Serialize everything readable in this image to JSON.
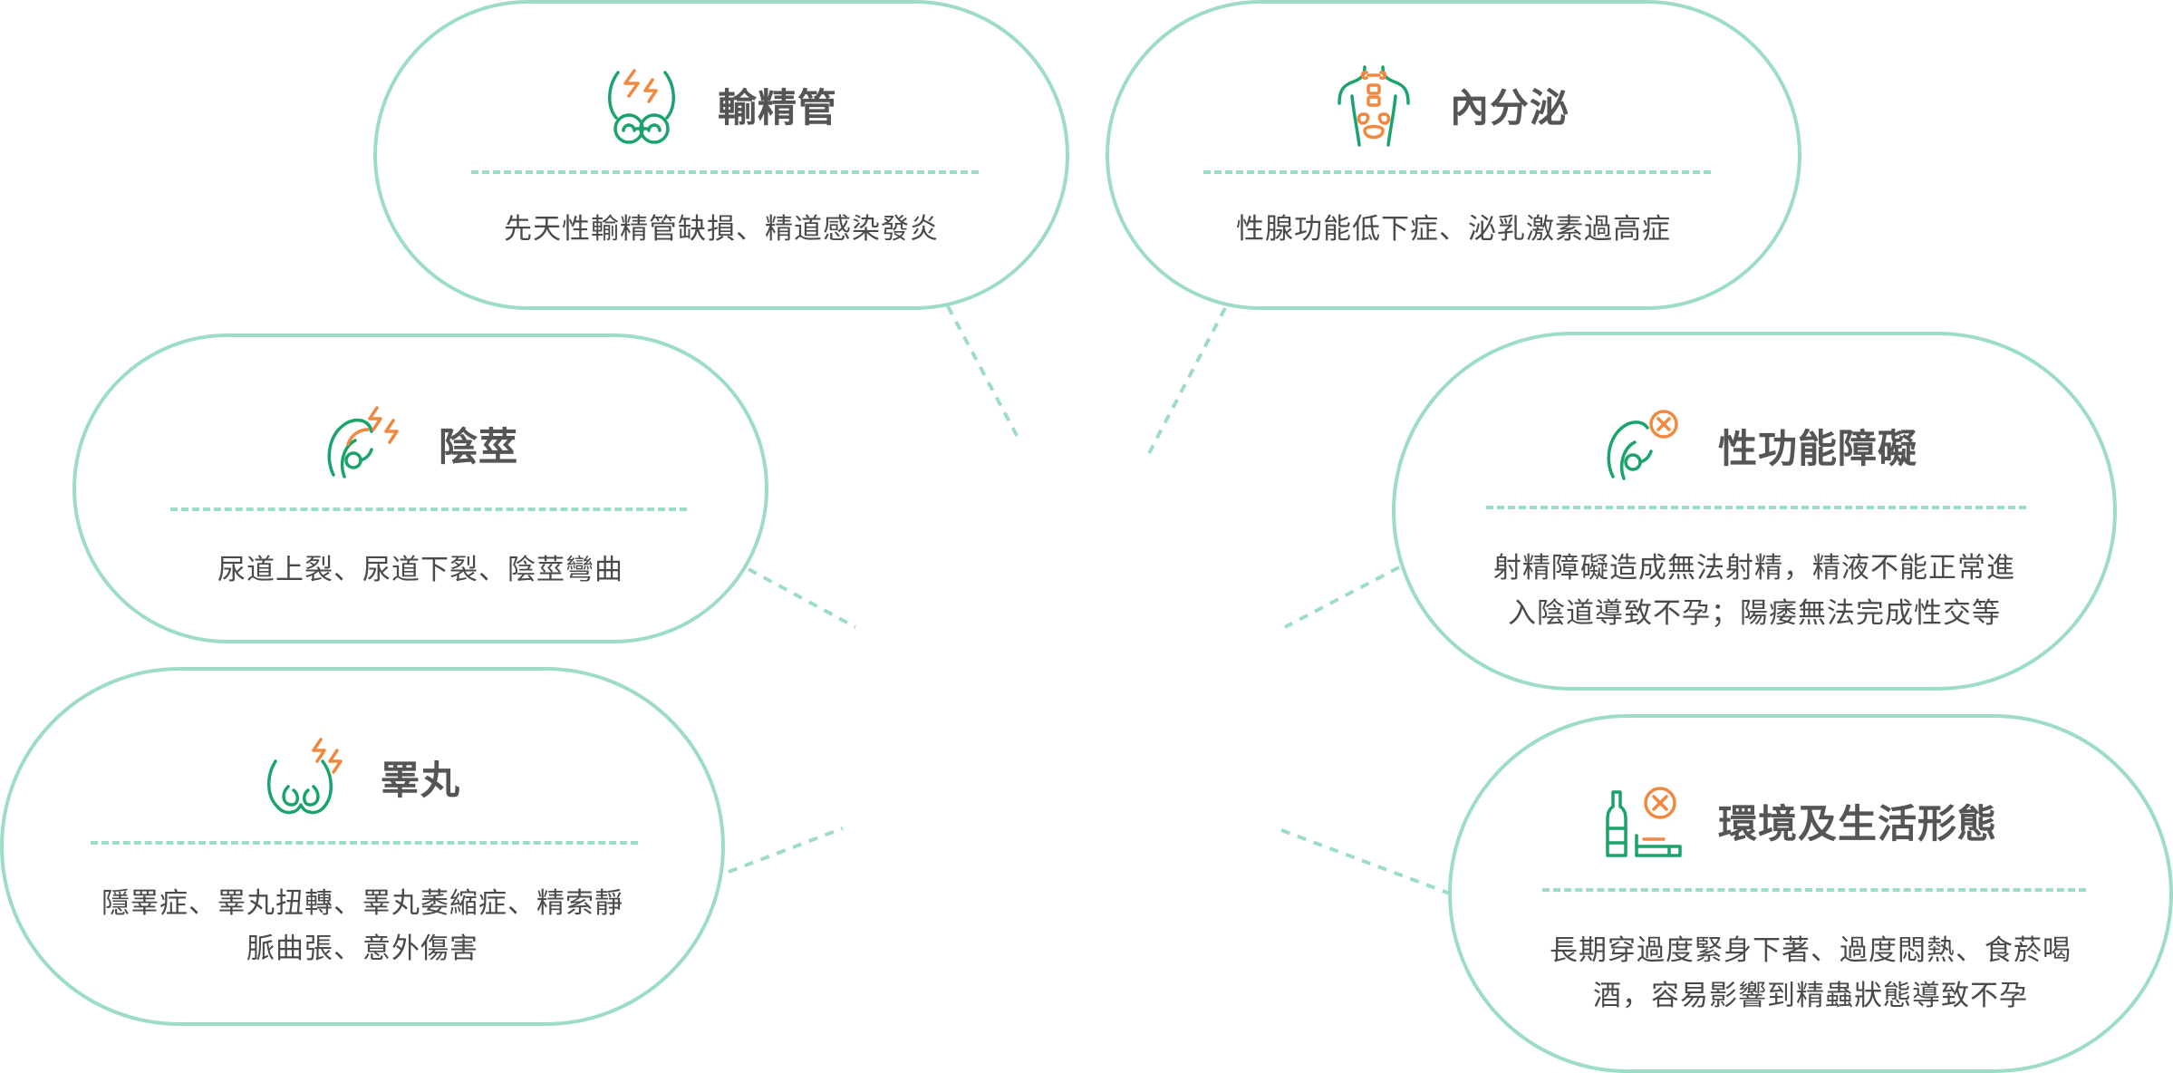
{
  "colors": {
    "border": "#9ddcca",
    "icon_green": "#1aa36b",
    "icon_orange": "#f0883e",
    "title_text": "#555555",
    "body_text": "#4a4a4a"
  },
  "bubbles": [
    {
      "id": "vas-deferens",
      "icon": "testes-pain-icon",
      "title": "輸精管",
      "lines": [
        "先天性輸精管缺損、精道感染發炎"
      ]
    },
    {
      "id": "endocrine",
      "icon": "endocrine-torso-icon",
      "title": "內分泌",
      "lines": [
        "性腺功能低下症、泌乳激素過高症"
      ]
    },
    {
      "id": "penis",
      "icon": "penis-pain-icon",
      "title": "陰莖",
      "lines": [
        "尿道上裂、尿道下裂、陰莖彎曲"
      ]
    },
    {
      "id": "sexual-dysfunction",
      "icon": "penis-x-icon",
      "title": "性功能障礙",
      "lines": [
        "射精障礙造成無法射精，精液不能正常進",
        "入陰道導致不孕；陽痿無法完成性交等"
      ]
    },
    {
      "id": "testicle",
      "icon": "testicle-pain-icon",
      "title": "睪丸",
      "lines": [
        "隱睪症、睪丸扭轉、睪丸萎縮症、精索靜",
        "脈曲張、意外傷害"
      ]
    },
    {
      "id": "environment-lifestyle",
      "icon": "bottle-cigarette-x-icon",
      "title": "環境及生活形態",
      "lines": [
        "長期穿過度緊身下著、過度悶熱、食菸喝",
        "酒，容易影響到精蟲狀態導致不孕"
      ]
    }
  ]
}
